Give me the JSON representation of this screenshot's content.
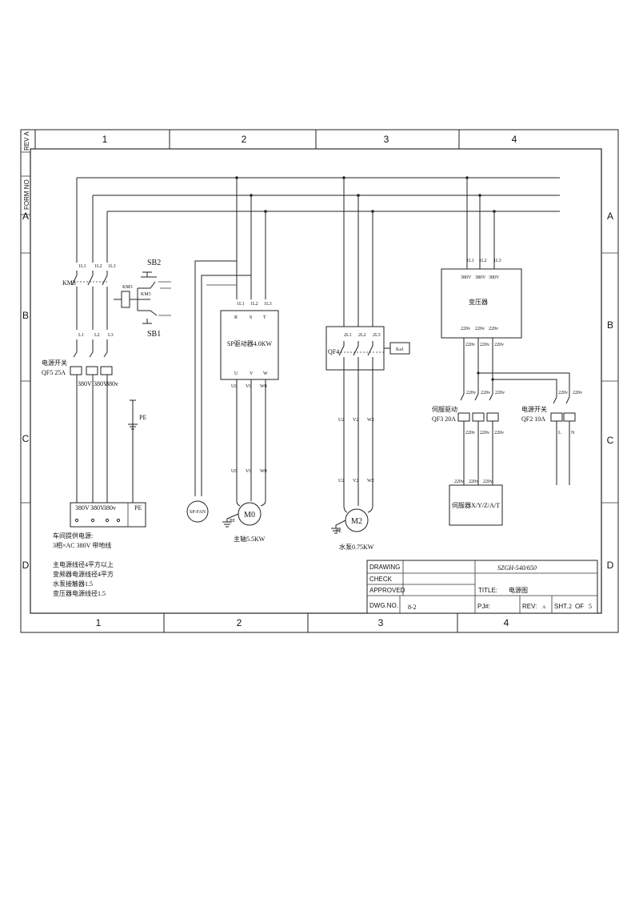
{
  "border": {
    "columns": [
      "1",
      "2",
      "3",
      "4"
    ],
    "rows": [
      "A",
      "B",
      "C",
      "D"
    ],
    "rev_tab": "REV A",
    "form_tab": "FORM NO"
  },
  "left_section": {
    "km_label": "KM3",
    "terminals_top": [
      "1L1",
      "1L2",
      "1L3"
    ],
    "terminals_mid": [
      "L1",
      "L2",
      "L3"
    ],
    "coil_label": "KM3",
    "coil_label2": "KM3",
    "sb2_label": "SB2",
    "sb1_label": "SB1",
    "breaker_title": "电源开关",
    "breaker_label": "QF5  25A",
    "voltages": [
      "380V",
      "380V",
      "380v"
    ],
    "pe_label": "PE",
    "terminal_box": [
      "380V",
      "380V",
      "380v"
    ],
    "terminal_box_pe": "PE",
    "notes": [
      "车间提供电源:",
      "3相×AC 380V 带地线",
      "主电源线径4平方以上",
      "变频器电源线径4平方",
      "水泵接触器1.5",
      "变压器电源线径1.5"
    ]
  },
  "spindle_section": {
    "inputs": [
      "1L1",
      "1L2",
      "1L3"
    ],
    "phases": [
      "R",
      "S",
      "T"
    ],
    "driver_label": "SP驱动器4.0KW",
    "outputs": [
      "U",
      "V",
      "W"
    ],
    "out_wires": [
      "U0",
      "V0",
      "W0"
    ],
    "motor_wires": [
      "U0",
      "V0",
      "W0"
    ],
    "fan_label": "SP-FAN",
    "motor_label": "M0",
    "pe_label": "PE",
    "caption": "主轴5.5KW"
  },
  "pump_section": {
    "breaker_label": "QF4",
    "inputs": [
      "2L1",
      "2L2",
      "2L3"
    ],
    "aux_label": "Ka1",
    "wires_a": [
      "U2",
      "V2",
      "W2"
    ],
    "wires_b": [
      "U2",
      "V2",
      "W2"
    ],
    "motor_label": "M2",
    "pe_label": "PE",
    "caption": "水泵0.75KW"
  },
  "transformer_section": {
    "inputs": [
      "1L1",
      "1L2",
      "1L3"
    ],
    "in_volts": [
      "380V",
      "380V",
      "380V"
    ],
    "title": "变压器",
    "out_volts": [
      "220v",
      "220v",
      "220v"
    ],
    "line_volts": [
      "220v",
      "220v",
      "220v"
    ],
    "servo_breaker_top": [
      "220v",
      "220v",
      "220v"
    ],
    "servo_breaker_title": "伺服驱动",
    "servo_breaker_label": "QF3  20A",
    "servo_breaker_bottom": [
      "220v",
      "220v",
      "220v"
    ],
    "servo_drive_in": [
      "220v",
      "220v",
      "220v"
    ],
    "servo_drive_label": "伺服器X/Y/Z/A/T",
    "elec_switch_title": "电源开关",
    "elec_switch_label": "QF2  10A",
    "elec_switch_volts": [
      "220v",
      "220v"
    ],
    "elec_switch_out": [
      "L",
      "N"
    ]
  },
  "title_block": {
    "drawing": "DRAWING",
    "check": "CHECK",
    "approved": "APPROVED",
    "dwg_no_label": "DWG.NO.",
    "dwg_no": "8-2",
    "project": "SZGH-540/650",
    "title_label": "TITLE:",
    "title": "电源图",
    "pj_label": "PJ#:",
    "rev_label": "REV:",
    "rev": "A",
    "sht_label": "SHT.",
    "sht": "2",
    "of_label": "OF",
    "sht_total": "5"
  }
}
